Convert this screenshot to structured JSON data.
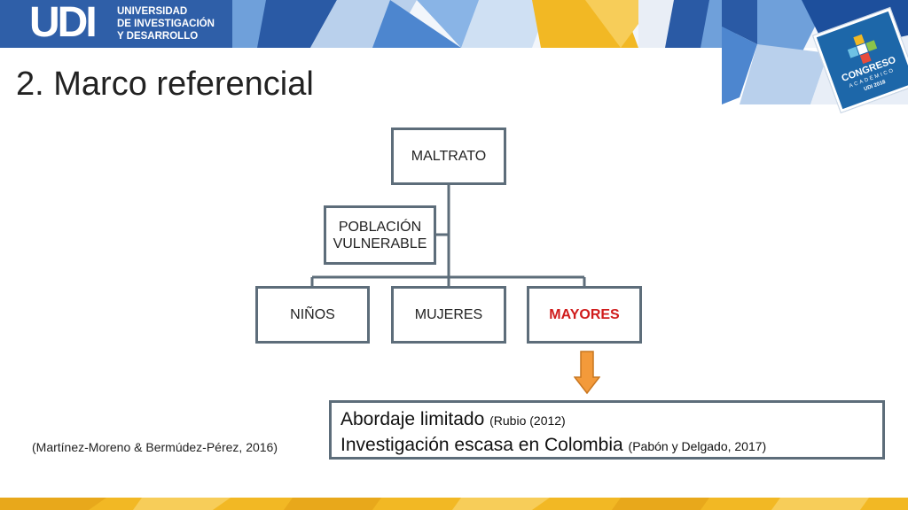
{
  "header": {
    "logo_mark": "UDI",
    "logo_line1": "UNIVERSIDAD",
    "logo_line2": "DE INVESTIGACIÓN",
    "logo_line3": "Y DESARROLLO"
  },
  "badge": {
    "title": "CONGRESO",
    "subtitle": "ACADÉMICO",
    "year": "UDI 2018"
  },
  "slide": {
    "title": "2. Marco referencial"
  },
  "diagram": {
    "root": "MALTRATO",
    "group": "POBLACIÓN VULNERABLE",
    "children": [
      "NIÑOS",
      "MUJERES",
      "MAYORES"
    ],
    "highlighted": "MAYORES"
  },
  "info": {
    "line1_text": "Abordaje limitado",
    "line1_cite": "(Rubio (2012)",
    "line2_text": "Investigación escasa en Colombia",
    "line2_cite": "(Pabón y Delgado, 2017)"
  },
  "citation": "(Martínez-Moreno & Bermúdez-Pérez, 2016)",
  "colors": {
    "brand_blue": "#2f5fa8",
    "accent_yellow": "#f2b824",
    "highlight_red": "#d01c1c",
    "arrow_orange": "#f39a3a",
    "box_border": "#5d6d7a"
  }
}
